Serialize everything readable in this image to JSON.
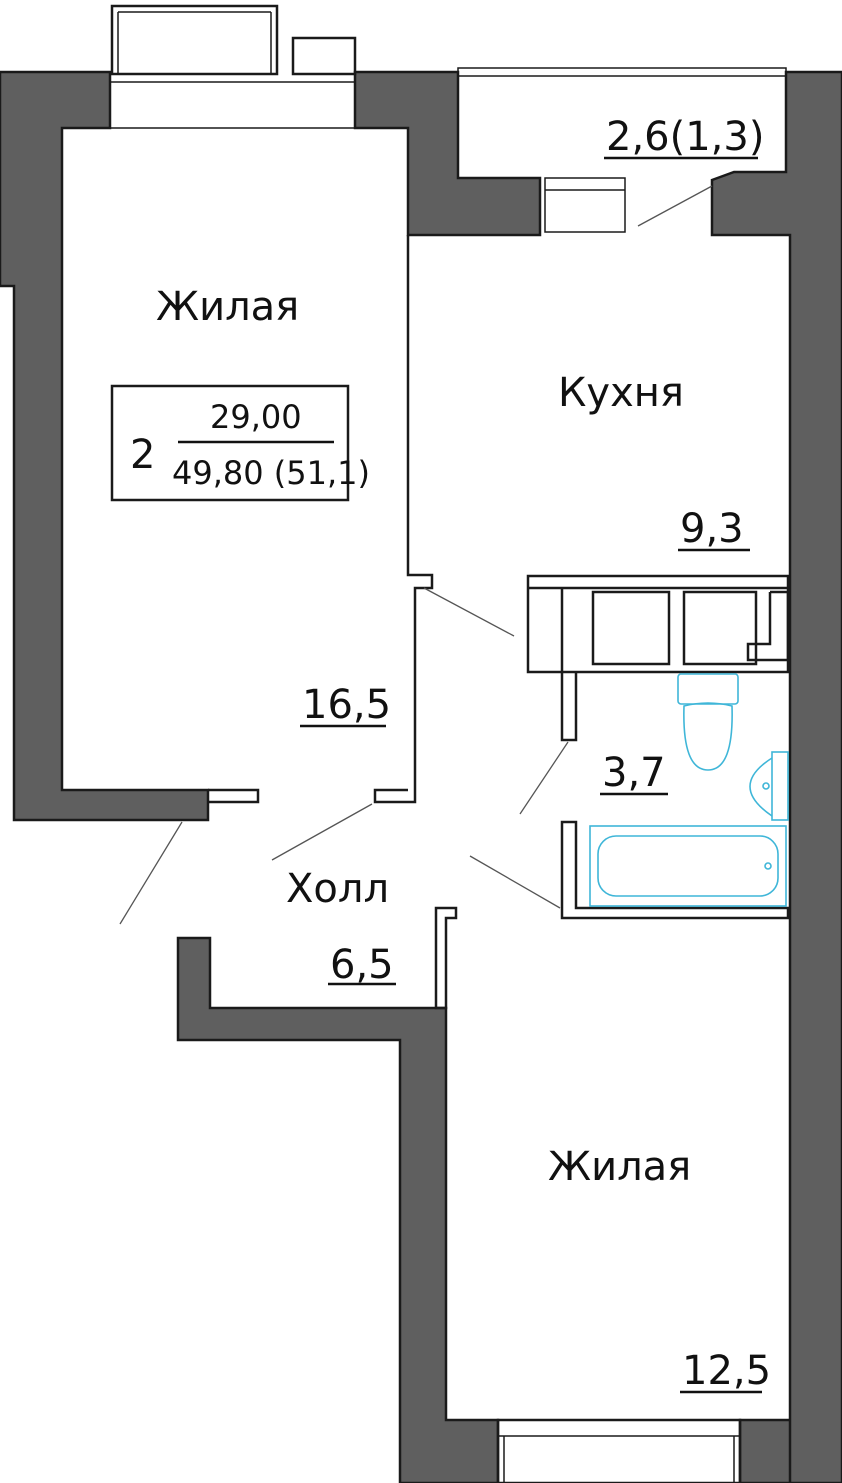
{
  "summary": {
    "rooms": "2",
    "living_area": "29,00",
    "total_area": "49,80 (51,1)"
  },
  "rooms": [
    {
      "name": "Жилая",
      "area": "16,5"
    },
    {
      "name": "Кухня",
      "area": "9,3"
    },
    {
      "name": "Холл",
      "area": "6,5"
    },
    {
      "name": "Жилая",
      "area": "12,5"
    }
  ],
  "bathroom": {
    "area": "3,7"
  },
  "balcony": {
    "area": "2,6(1,3)"
  },
  "colors": {
    "wall": "#5f5f5f",
    "line": "#1a1a1a",
    "plumbing": "#3fb6d8"
  }
}
